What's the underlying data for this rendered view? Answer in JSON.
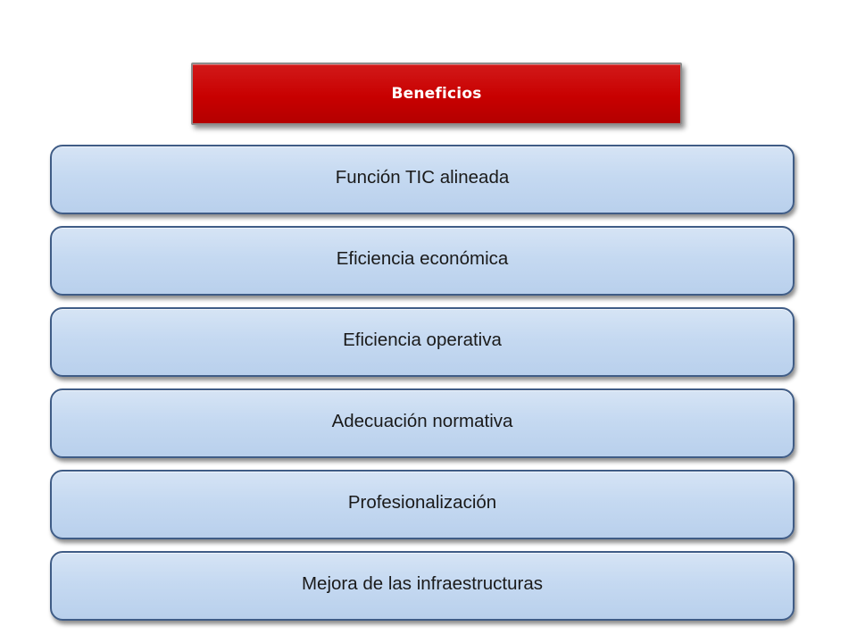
{
  "header": {
    "title": "Beneficios",
    "color": "#c80000"
  },
  "benefits": [
    {
      "label": "Función TIC alineada"
    },
    {
      "label": "Eficiencia económica"
    },
    {
      "label": "Eficiencia operativa"
    },
    {
      "label": "Adecuación normativa"
    },
    {
      "label": "Profesionalización"
    },
    {
      "label": "Mejora de las infraestructuras"
    }
  ],
  "colors": {
    "item_fill": "#c5d9f1",
    "item_border": "#3f5c86",
    "header_fill": "#c80000"
  }
}
